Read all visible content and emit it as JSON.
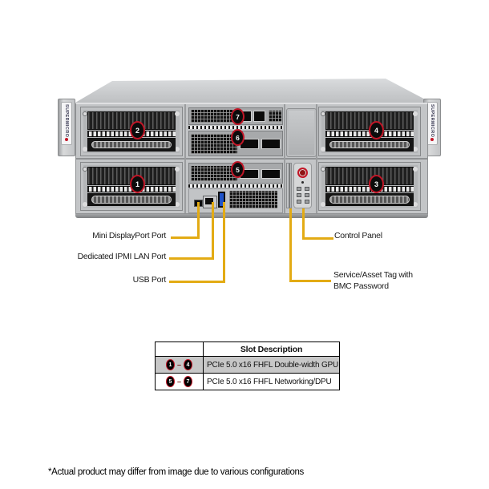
{
  "server": {
    "brand": "SUPERMICRO",
    "slots": {
      "s1": "1",
      "s2": "2",
      "s3": "3",
      "s4": "4",
      "s5": "5",
      "s6": "6",
      "s7": "7"
    }
  },
  "callouts": {
    "mini_dp": "Mini DisplayPort Port",
    "ipmi": "Dedicated IPMI LAN Port",
    "usb": "USB Port",
    "control_panel": "Control Panel",
    "service_tag": "Service/Asset Tag with BMC Password"
  },
  "slot_table": {
    "header": "Slot Description",
    "dash": "–",
    "rows": [
      {
        "from": "1",
        "to": "4",
        "description": "PCIe 5.0 x16 FHFL Double-width GPU"
      },
      {
        "from": "5",
        "to": "7",
        "description": "PCIe 5.0 x16 FHFL Networking/DPU"
      }
    ]
  },
  "footnote": "*Actual product may differ from image due to various configurations",
  "colors": {
    "callout_line": "#e3ab14",
    "badge_red": "#c21627",
    "highlight_row": "#c7c7c7",
    "chassis_gray": "#c3c5c7"
  }
}
